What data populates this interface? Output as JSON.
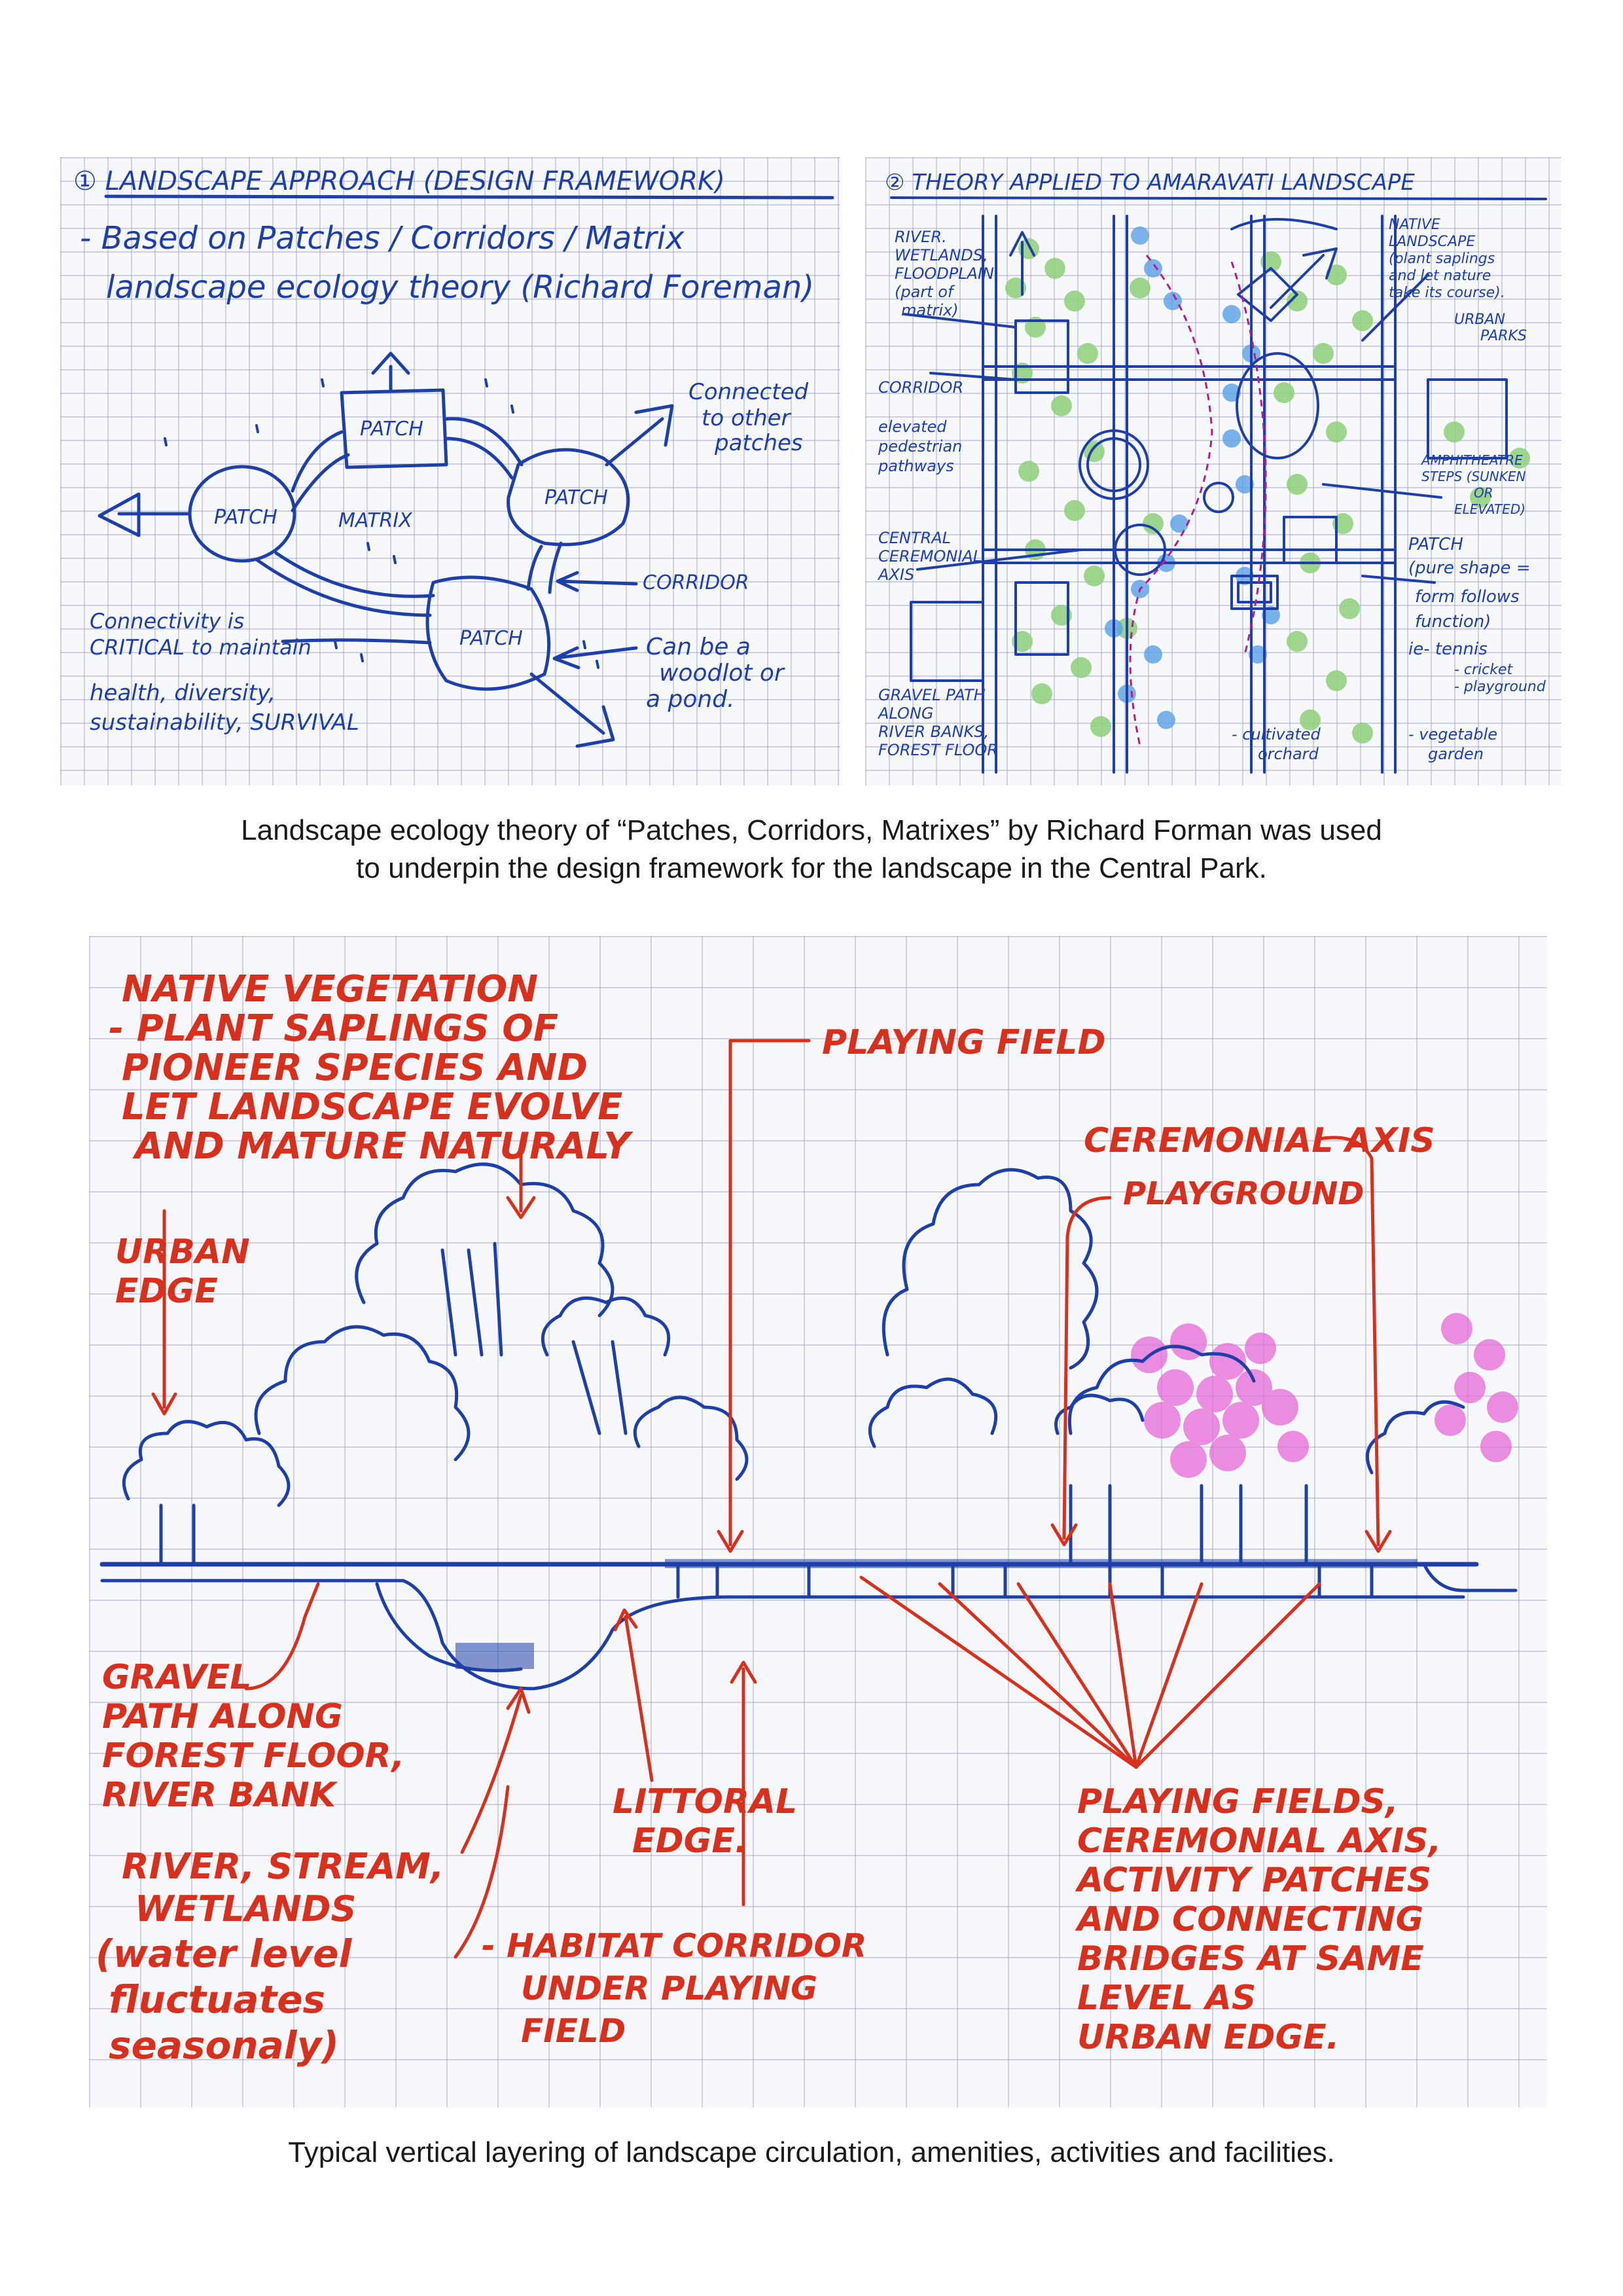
{
  "sketch1": {
    "heading": "① LANDSCAPE APPROACH (DESIGN FRAMEWORK)",
    "line1": "- Based on Patches / Corridors / Matrix",
    "line2": "landscape ecology theory (Richard Foreman)",
    "patch1": "PATCH",
    "patch2": "PATCH",
    "patch3": "PATCH",
    "patch4": "PATCH",
    "matrix": "MATRIX",
    "connected": [
      "Connected",
      "to other",
      "patches"
    ],
    "corridor": "CORRIDOR",
    "woodlot": [
      "Can be a",
      "woodlot or",
      "a pond."
    ],
    "connectivity": [
      "Connectivity is",
      "CRITICAL to maintain",
      "health, diversity,",
      "sustainability, SURVIVAL"
    ]
  },
  "sketch2": {
    "heading": "② THEORY APPLIED TO AMARAVATI LANDSCAPE",
    "river": [
      "RIVER.",
      "WETLANDS,",
      "FLOODPLAIN",
      "(part of",
      "matrix)"
    ],
    "corridor": [
      "CORRIDOR",
      "elevated",
      "pedestrian",
      "pathways"
    ],
    "central_axis": [
      "CENTRAL",
      "CEREMONIAL",
      "AXIS"
    ],
    "gravel": [
      "GRAVEL PATH",
      "ALONG",
      "RIVER BANKS,",
      "FOREST FLOOR"
    ],
    "native": [
      "NATIVE",
      "LANDSCAPE",
      "(plant saplings",
      "and let nature",
      "take its course)."
    ],
    "urban_parks": [
      "URBAN",
      "PARKS"
    ],
    "amphitheatre": [
      "AMPHITHEATRE",
      "STEPS (SUNKEN",
      "OR",
      "ELEVATED)"
    ],
    "patch_note": [
      "PATCH",
      "(pure shape =",
      "form follows",
      "function)",
      "ie- tennis",
      "- cricket",
      "- playground"
    ],
    "orchard": [
      "- cultivated",
      "orchard"
    ],
    "vegetable": [
      "- vegetable",
      "garden"
    ]
  },
  "sketch3": {
    "native_vegetation": [
      "NATIVE VEGETATION",
      "- PLANT SAPLINGS OF",
      "PIONEER SPECIES AND",
      "LET LANDSCAPE EVOLVE",
      "AND MATURE NATURALY"
    ],
    "urban_edge": [
      "URBAN",
      "EDGE"
    ],
    "playing_field": "PLAYING FIELD",
    "ceremonial_axis": "CEREMONIAL AXIS",
    "playground": "PLAYGROUND",
    "gravel_path": [
      "GRAVEL",
      "PATH ALONG",
      "FOREST FLOOR,",
      "RIVER BANK"
    ],
    "littoral": [
      "LITTORAL",
      "EDGE."
    ],
    "river": [
      "RIVER, STREAM,",
      "WETLANDS",
      "(water level",
      "fluctuates",
      "seasonaly)"
    ],
    "habitat": [
      "- HABITAT CORRIDOR",
      "UNDER PLAYING",
      "FIELD"
    ],
    "playing_fields": [
      "PLAYING FIELDS,",
      "CEREMONIAL AXIS,",
      "ACTIVITY PATCHES",
      "AND CONNECTING",
      "BRIDGES AT SAME",
      "LEVEL AS",
      "URBAN EDGE."
    ]
  },
  "captions": {
    "caption1_line1": "Landscape ecology theory of “Patches, Corridors, Matrixes” by Richard Forman was used",
    "caption1_line2": "to underpin the design framework for the landscape in the Central Park.",
    "caption2": "Typical vertical layering of landscape circulation, amenities, activities and facilities."
  },
  "colors": {
    "ink_blue": "#1f3fa8",
    "ink_red": "#d9301e",
    "green": "#8fd07a",
    "sky": "#5aa0e6",
    "pink": "#e66ad8"
  }
}
